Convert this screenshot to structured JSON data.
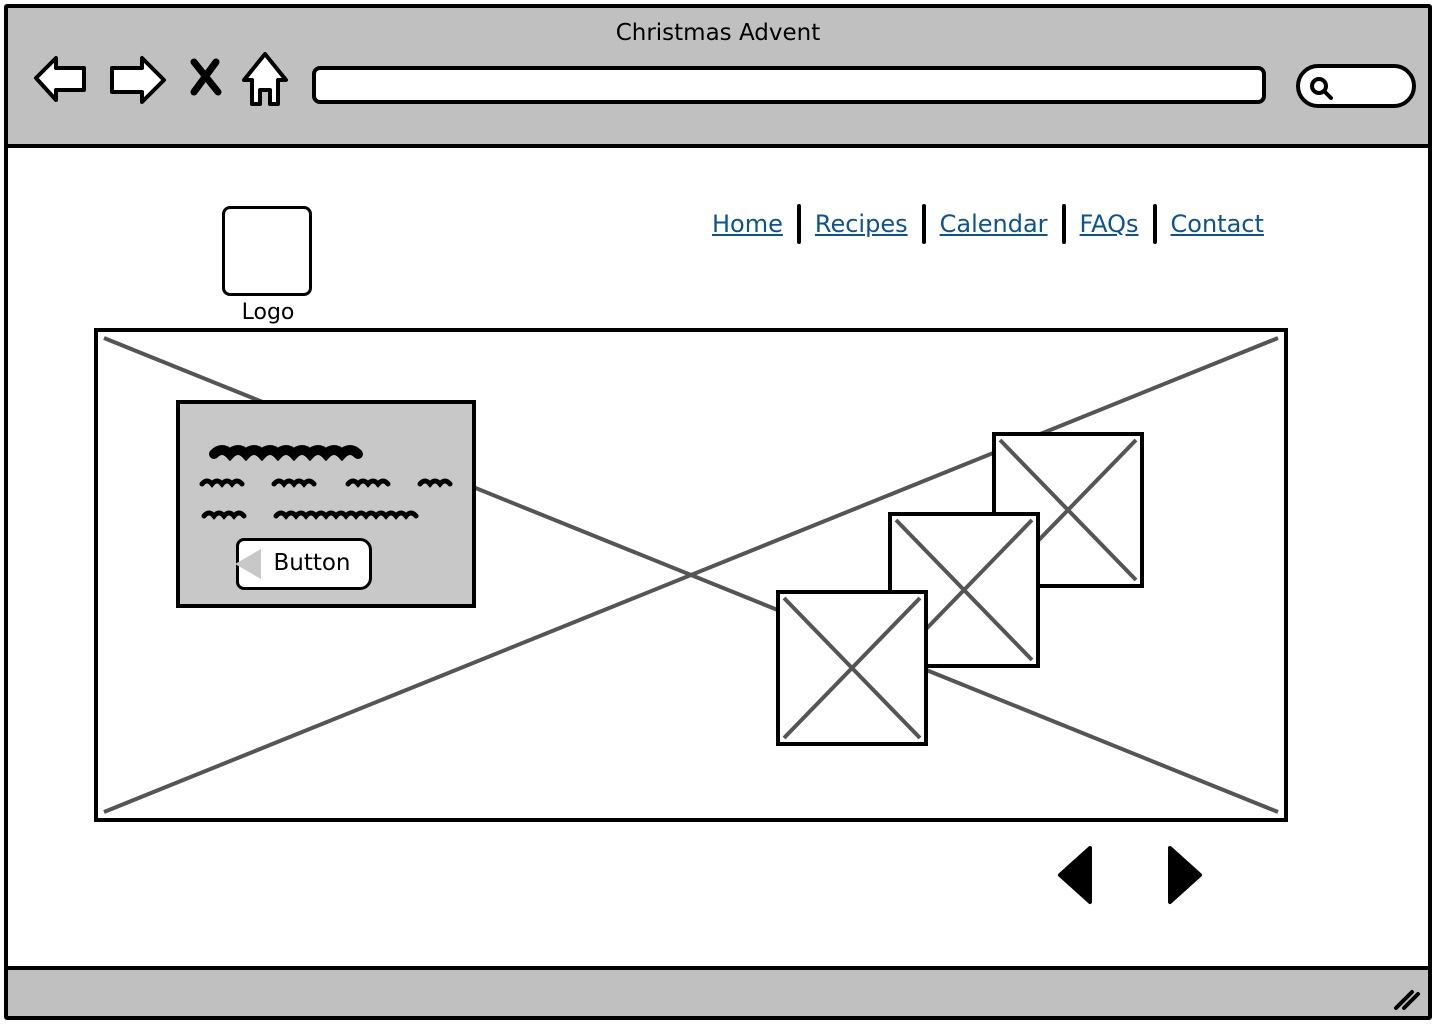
{
  "window": {
    "title": "Christmas Advent"
  },
  "browser": {
    "back_icon": "back-arrow-icon",
    "forward_icon": "forward-arrow-icon",
    "stop_icon": "close-icon",
    "home_icon": "home-icon",
    "address_value": "",
    "search_icon": "search-icon",
    "search_value": ""
  },
  "header": {
    "logo_label": "Logo",
    "nav": [
      "Home",
      "Recipes",
      "Calendar",
      "FAQs",
      "Contact"
    ]
  },
  "hero": {
    "card_button_label": "Button",
    "prev_icon": "triangle-left-icon",
    "next_icon": "triangle-right-icon"
  },
  "colors": {
    "chrome": "#c0c0c0",
    "link": "#0b5394",
    "card": "#c8c8c8",
    "placeholder_line": "#555555"
  }
}
